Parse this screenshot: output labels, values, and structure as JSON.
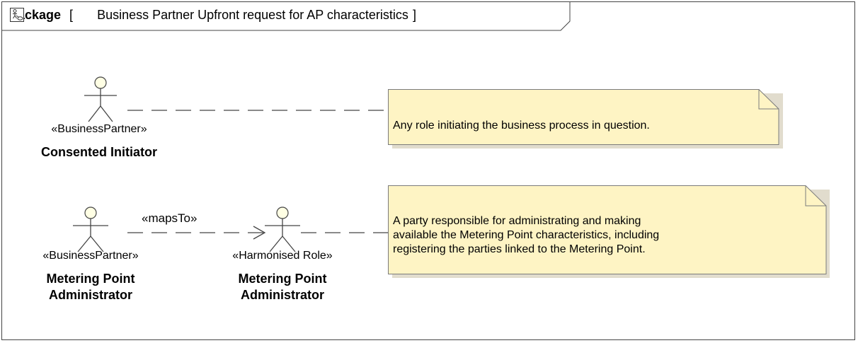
{
  "frame": {
    "keyword": "package",
    "open_bracket": "[",
    "icon": "diagram-icon",
    "title": "Business Partner Upfront request for AP characteristics",
    "close_bracket": "]"
  },
  "actors": [
    {
      "id": "consented-initiator",
      "stereotype": "«BusinessPartner»",
      "name": "Consented Initiator"
    },
    {
      "id": "mpa-business-partner",
      "stereotype": "«BusinessPartner»",
      "name_line1": "Metering Point",
      "name_line2": "Administrator"
    },
    {
      "id": "mpa-harmonised-role",
      "stereotype": "«Harmonised Role»",
      "name_line1": "Metering Point",
      "name_line2": "Administrator"
    }
  ],
  "relations": [
    {
      "label": "«mapsTo»"
    }
  ],
  "notes": [
    {
      "text": "Any role initiating the business process in question."
    },
    {
      "line1": "A party responsible for administrating and making",
      "line2": "available the Metering Point characteristics, including",
      "line3": "registering the parties linked to the Metering Point."
    }
  ],
  "colors": {
    "note_fill": "#FEF4C4",
    "note_border": "#7B7B7B",
    "actor_head": "#FFFFE4"
  }
}
